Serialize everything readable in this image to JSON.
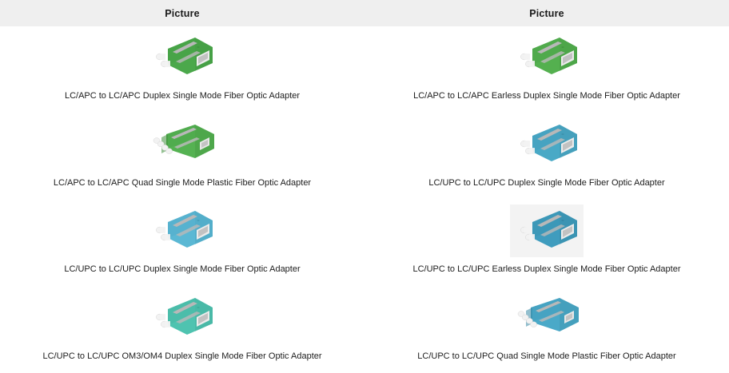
{
  "header": {
    "columns": [
      {
        "label": "Picture"
      },
      {
        "label": "Picture"
      }
    ]
  },
  "colors": {
    "header_background": "#efefef",
    "page_background": "#ffffff",
    "caption_text": "#1c1c1c",
    "header_text": "#1a1a1a",
    "apc_green": "#4ba84b",
    "upc_blue": "#4aa8c8",
    "upc_light_blue": "#5bb8d4",
    "om3_aqua": "#4fc3b0",
    "ferrule_white": "#f2f2f2",
    "metal_gray": "#b8b8b8"
  },
  "rows": [
    {
      "left": {
        "caption": "LC/APC to LC/APC Duplex Single Mode Fiber Optic Adapter",
        "image_name": "lc-apc-duplex-adapter-photo",
        "body_color": "#4ba84b",
        "shade_color": "#3c8f3c",
        "ports": 2,
        "background": "white"
      },
      "right": {
        "caption": "LC/APC to LC/APC Earless Duplex Single Mode Fiber Optic Adapter",
        "image_name": "lc-apc-earless-duplex-adapter-photo",
        "body_color": "#54b04f",
        "shade_color": "#3f8f3c",
        "ports": 2,
        "background": "white"
      }
    },
    {
      "left": {
        "caption": "LC/APC to LC/APC Quad Single Mode Plastic Fiber Optic Adapter",
        "image_name": "lc-apc-quad-adapter-photo",
        "body_color": "#55b252",
        "shade_color": "#3f8f3c",
        "ports": 4,
        "background": "white"
      },
      "right": {
        "caption": "LC/UPC to LC/UPC Duplex Single Mode Fiber Optic Adapter",
        "image_name": "lc-upc-duplex-adapter-photo",
        "body_color": "#49a9c6",
        "shade_color": "#3a8ba5",
        "ports": 2,
        "background": "white"
      }
    },
    {
      "left": {
        "caption": "LC/UPC to LC/UPC Duplex Single Mode Fiber Optic Adapter",
        "image_name": "lc-upc-duplex-adapter-photo-2",
        "body_color": "#5bb8d4",
        "shade_color": "#4398b3",
        "ports": 2,
        "background": "white"
      },
      "right": {
        "caption": "LC/UPC to LC/UPC Earless Duplex Single Mode Fiber Optic Adapter",
        "image_name": "lc-upc-earless-duplex-adapter-photo",
        "body_color": "#3f9cbe",
        "shade_color": "#33809c",
        "ports": 2,
        "background": "tinted"
      }
    },
    {
      "left": {
        "caption": "LC/UPC to LC/UPC OM3/OM4 Duplex Single Mode Fiber Optic Adapter",
        "image_name": "lc-upc-om3-om4-duplex-adapter-photo",
        "body_color": "#4fc3b0",
        "shade_color": "#3ba392",
        "ports": 2,
        "background": "white"
      },
      "right": {
        "caption": "LC/UPC to LC/UPC Quad Single Mode Plastic Fiber Optic Adapter",
        "image_name": "lc-upc-quad-adapter-photo",
        "body_color": "#4aa9c8",
        "shade_color": "#3a8ba5",
        "ports": 4,
        "background": "white"
      }
    }
  ]
}
